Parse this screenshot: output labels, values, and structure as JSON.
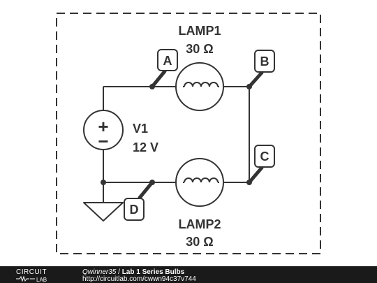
{
  "diagram": {
    "lamp1": {
      "name": "LAMP1",
      "resistance": "30 Ω"
    },
    "lamp2": {
      "name": "LAMP2",
      "resistance": "30 Ω"
    },
    "source": {
      "name": "V1",
      "voltage": "12 V",
      "plus": "+",
      "minus": "−"
    },
    "probes": {
      "a": "A",
      "b": "B",
      "c": "C",
      "d": "D"
    }
  },
  "footer": {
    "brand_top": "CIRCUIT",
    "brand_bottom": "LAB",
    "author": "Qwinner35",
    "separator": " / ",
    "title": "Lab 1 Series Bulbs",
    "url": "http://circuitlab.com/cwwn94c37v744"
  },
  "colors": {
    "wire": "#333333",
    "footer_bg": "#1a1a1a"
  }
}
